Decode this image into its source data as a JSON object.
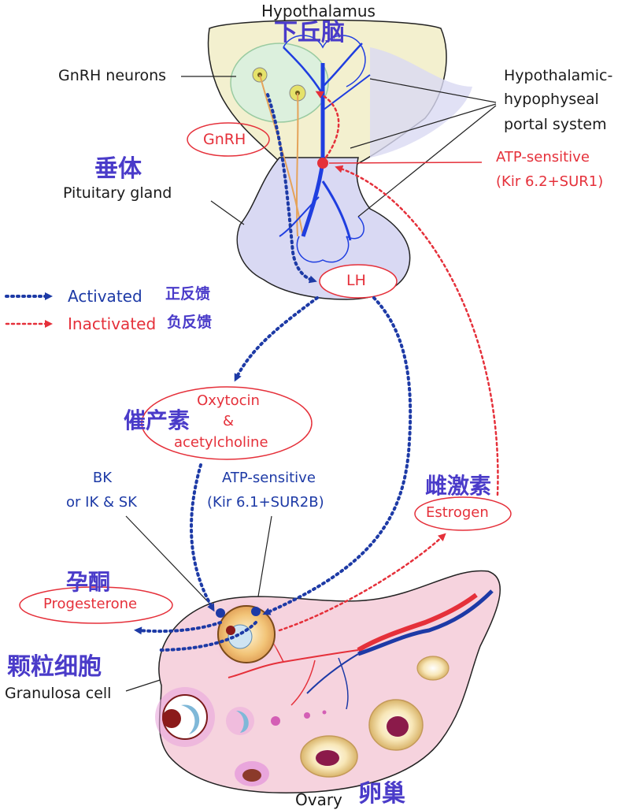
{
  "labels": {
    "hypothalamus_en": "Hypothalamus",
    "hypothalamus_cn": "下丘脑",
    "gnrh_neurons": "GnRH neurons",
    "portal_line1": "Hypothalamic-",
    "portal_line2": "hypophyseal",
    "portal_line3": "portal system",
    "gnrh": "GnRH",
    "atp_sensitive_1": "ATP-sensitive",
    "kir_sur1": "(Kir 6.2+SUR1)",
    "pituitary_cn": "垂体",
    "pituitary_en": "Pituitary gland",
    "lh": "LH",
    "oxytocin": "Oxytocin",
    "ampersand": "&",
    "acetylcholine": "acetylcholine",
    "oxytocin_cn": "催产素",
    "bk": "BK",
    "ik_sk": "or IK & SK",
    "atp_sensitive_2": "ATP-sensitive",
    "kir_sur2b": "(Kir 6.1+SUR2B)",
    "estrogen_cn": "雌激素",
    "estrogen": "Estrogen",
    "progesterone_cn": "孕酮",
    "progesterone": "Progesterone",
    "granulosa_cn": "颗粒细胞",
    "granulosa_en": "Granulosa cell",
    "ovary_en": "Ovary",
    "ovary_cn": "卵巢"
  },
  "legend": {
    "activated": "Activated",
    "activated_cn": "正反馈",
    "inactivated": "Inactivated",
    "inactivated_cn": "负反馈"
  },
  "colors": {
    "activated": "#1d3aa6",
    "inactivated": "#e5303a",
    "chinese_label": "#4a3bc9",
    "hypothalamus_fill": "#f3f0cf",
    "pituitary_fill": "#d9d9f3",
    "ovary_fill": "#f6d3de"
  }
}
